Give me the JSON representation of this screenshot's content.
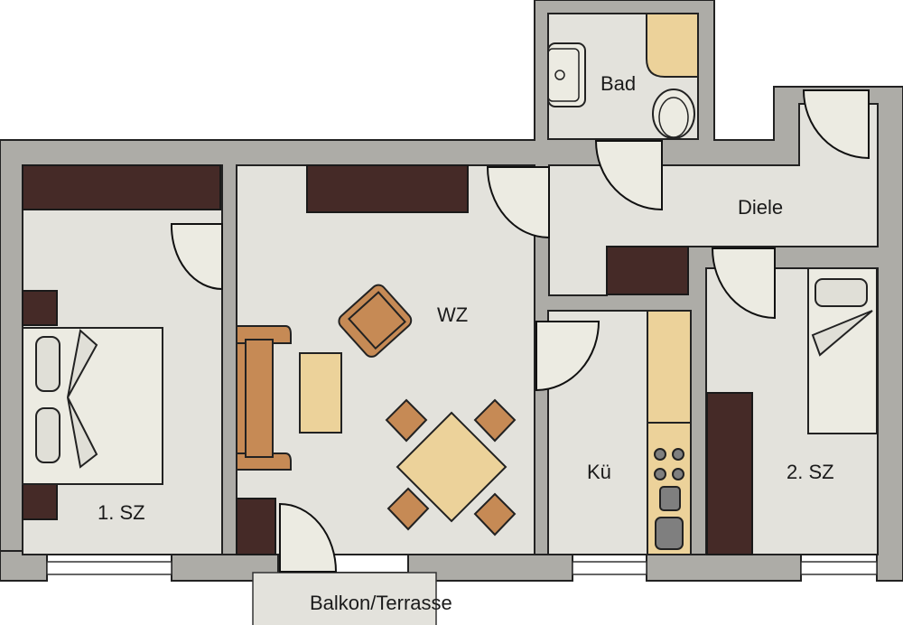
{
  "rooms": {
    "bad": "Bad",
    "diele": "Diele",
    "wz": "WZ",
    "kueche": "Kü",
    "sz2": "2. SZ",
    "sz1": "1. SZ",
    "balkon": "Balkon/Terrasse"
  },
  "colors": {
    "wall": "#adaca7",
    "floor": "#e3e2dc",
    "wardrobe": "#452a27",
    "wood": "#c68a55",
    "light_wood": "#ecd29a"
  }
}
